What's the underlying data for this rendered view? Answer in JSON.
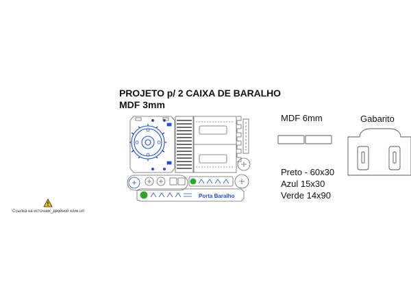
{
  "title": {
    "line1": "PROJETO p/ 2 CAIXA DE BARALHO",
    "line2": "MDF 3mm"
  },
  "mdf6": {
    "label": "MDF 6mm"
  },
  "gabarito": {
    "label": "Gabarito"
  },
  "specs": [
    {
      "text": "Preto - 60x30"
    },
    {
      "text": "Azul 15x30"
    },
    {
      "text": "Verde 14x90"
    }
  ],
  "link_note": {
    "text": "Ссылка на источник_двойной клик.url",
    "icon": "warning-icon"
  },
  "piece_text": {
    "label": "Porta Baralho"
  },
  "colors": {
    "line": "#555555",
    "blue": "#1f4fd8",
    "green": "#2aa62a",
    "black": "#111111"
  }
}
